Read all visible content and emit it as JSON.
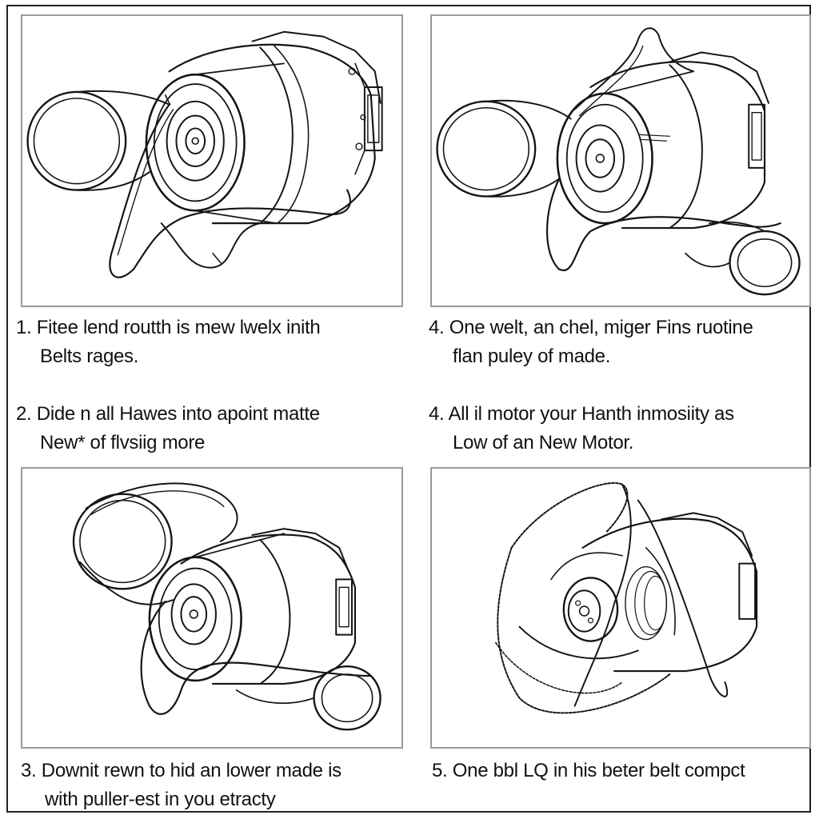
{
  "captions": {
    "top_left": {
      "line1": "1. Fitee lend routth is mew lwelx inith",
      "line2": "Belts rages."
    },
    "top_right": {
      "line1": "4. One welt, an chel, miger Fins ruotine",
      "line2": "flan puley of made."
    },
    "mid_left": {
      "line1": "2. Dide n all Hawes into apoint matte",
      "line2": "New* of flvsiig more"
    },
    "mid_right": {
      "line1": "4. All il motor your Hanth inmosiity as",
      "line2": "Low  of an New Motor."
    },
    "bottom_left": {
      "line1": "3. Downit rewn to hid an lower made is",
      "line2": "with puller-est in you etracty"
    },
    "bottom_right": {
      "line1": "5. One bbl LQ in his beter belt compct"
    }
  },
  "illustrations": [
    {
      "icon": "motor-belt-routing-icon"
    },
    {
      "icon": "motor-belt-routing-icon"
    },
    {
      "icon": "motor-belt-routing-icon"
    },
    {
      "icon": "motor-belt-routing-icon"
    }
  ]
}
